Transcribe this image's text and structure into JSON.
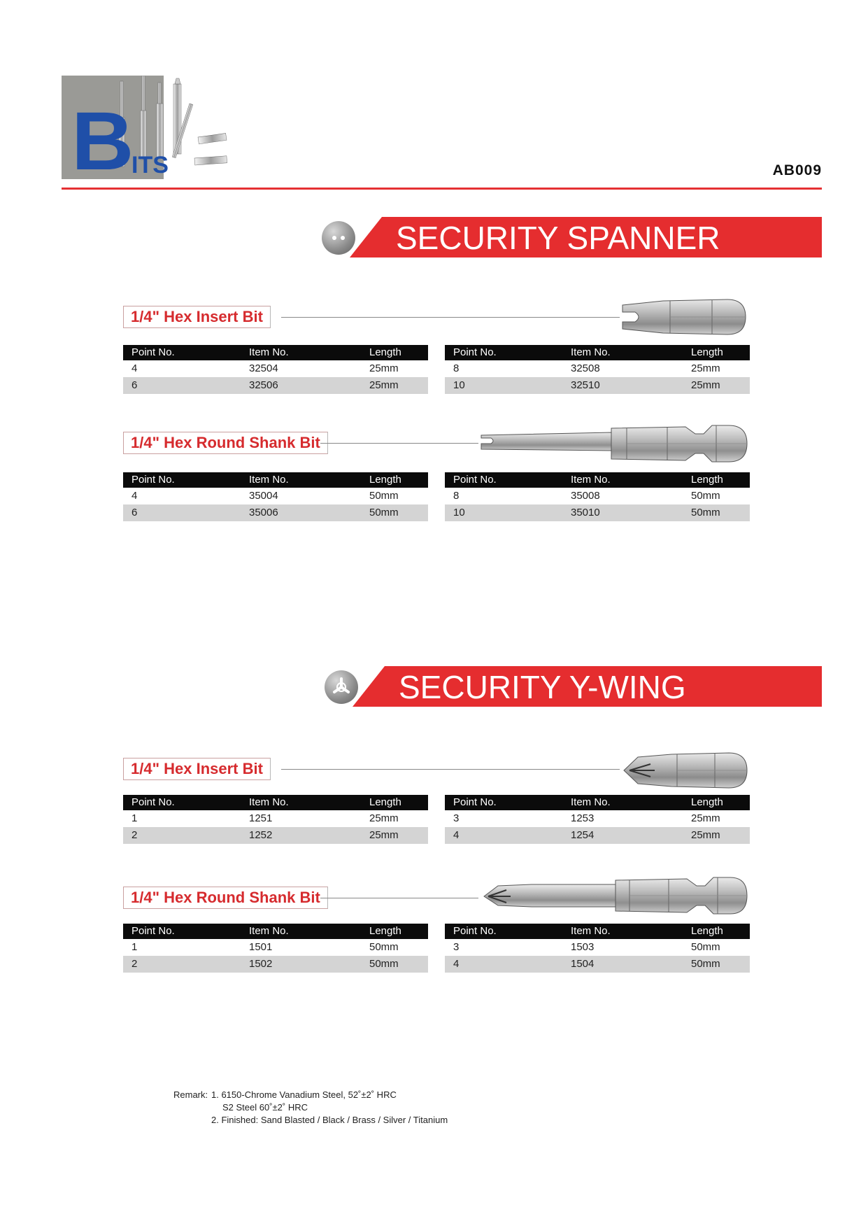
{
  "header": {
    "logo_big": "B",
    "logo_small": "ITS",
    "code": "AB009"
  },
  "sections": [
    {
      "title": "SECURITY SPANNER",
      "icon": "two-dot-circle-icon",
      "products": [
        {
          "label": "1/4\" Hex Insert Bit",
          "headers": [
            "Point No.",
            "Item No.",
            "Length"
          ],
          "left": [
            [
              "4",
              "32504",
              "25mm"
            ],
            [
              "6",
              "32506",
              "25mm"
            ]
          ],
          "right": [
            [
              "8",
              "32508",
              "25mm"
            ],
            [
              "10",
              "32510",
              "25mm"
            ]
          ]
        },
        {
          "label": "1/4\" Hex Round Shank Bit",
          "headers": [
            "Point No.",
            "Item No.",
            "Length"
          ],
          "left": [
            [
              "4",
              "35004",
              "50mm"
            ],
            [
              "6",
              "35006",
              "50mm"
            ]
          ],
          "right": [
            [
              "8",
              "35008",
              "50mm"
            ],
            [
              "10",
              "35010",
              "50mm"
            ]
          ]
        }
      ]
    },
    {
      "title": "SECURITY Y-WING",
      "icon": "y-wing-circle-icon",
      "products": [
        {
          "label": "1/4\" Hex Insert Bit",
          "headers": [
            "Point No.",
            "Item No.",
            "Length"
          ],
          "left": [
            [
              "1",
              "1251",
              "25mm"
            ],
            [
              "2",
              "1252",
              "25mm"
            ]
          ],
          "right": [
            [
              "3",
              "1253",
              "25mm"
            ],
            [
              "4",
              "1254",
              "25mm"
            ]
          ]
        },
        {
          "label": "1/4\" Hex Round Shank Bit",
          "headers": [
            "Point No.",
            "Item No.",
            "Length"
          ],
          "left": [
            [
              "1",
              "1501",
              "50mm"
            ],
            [
              "2",
              "1502",
              "50mm"
            ]
          ],
          "right": [
            [
              "3",
              "1503",
              "50mm"
            ],
            [
              "4",
              "1504",
              "50mm"
            ]
          ]
        }
      ]
    }
  ],
  "remark": {
    "label": "Remark:",
    "line1": "1. 6150-Chrome Vanadium Steel, 52˚±2˚ HRC",
    "line2": "S2 Steel 60˚±2˚ HRC",
    "line3": "2. Finished: Sand Blasted / Black / Brass / Silver / Titanium"
  },
  "colors": {
    "accent_red": "#e52d2f",
    "logo_blue": "#1f4fa8",
    "table_header": "#0b0b0b",
    "table_alt_row": "#d4d4d4"
  }
}
